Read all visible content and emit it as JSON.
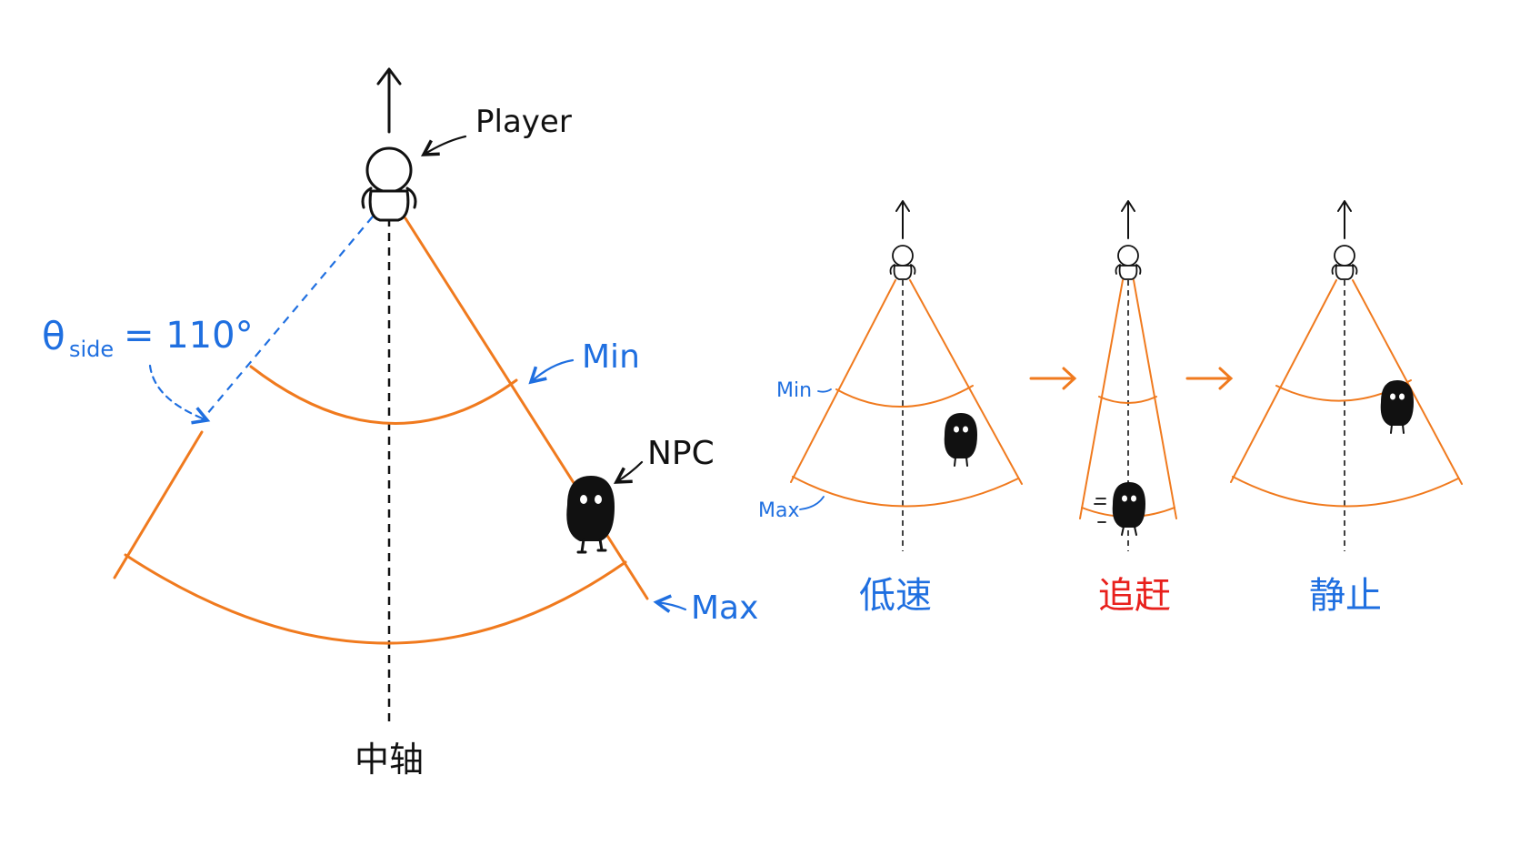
{
  "labels": {
    "player": "Player",
    "theta": "θ",
    "theta_sub": "side",
    "theta_value": "= 110°",
    "min": "Min",
    "npc": "NPC",
    "max": "Max",
    "axis": "中轴",
    "small_min": "Min",
    "small_max": "Max"
  },
  "states": [
    {
      "label": "低速",
      "color": "#1f6fe0"
    },
    {
      "label": "追赶",
      "color": "#e8201c"
    },
    {
      "label": "静止",
      "color": "#1f6fe0"
    }
  ],
  "colors": {
    "cone": "#f07a1e",
    "annotation": "#1f6fe0",
    "catch_up": "#e8201c",
    "ink": "#111111"
  },
  "cone_angle_deg": 110
}
